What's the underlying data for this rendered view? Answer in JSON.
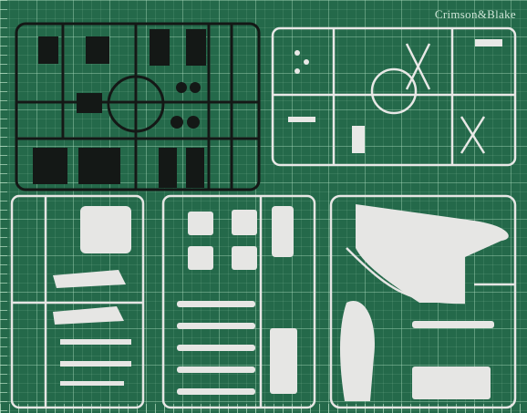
{
  "mat": {
    "brand_text": "Crimson&Blake",
    "colors": {
      "mat": "#24694a",
      "grid": "#a6dcbe"
    }
  },
  "sprues": [
    {
      "id": "black-frame",
      "color": "#141816"
    },
    {
      "id": "white-frame-top-right",
      "color": "#e8e8e6"
    },
    {
      "id": "white-frame-bottom-left",
      "color": "#e6e6e4"
    },
    {
      "id": "white-frame-bottom-middle",
      "color": "#e6e6e4"
    },
    {
      "id": "white-frame-bottom-right",
      "color": "#e6e6e4"
    }
  ]
}
